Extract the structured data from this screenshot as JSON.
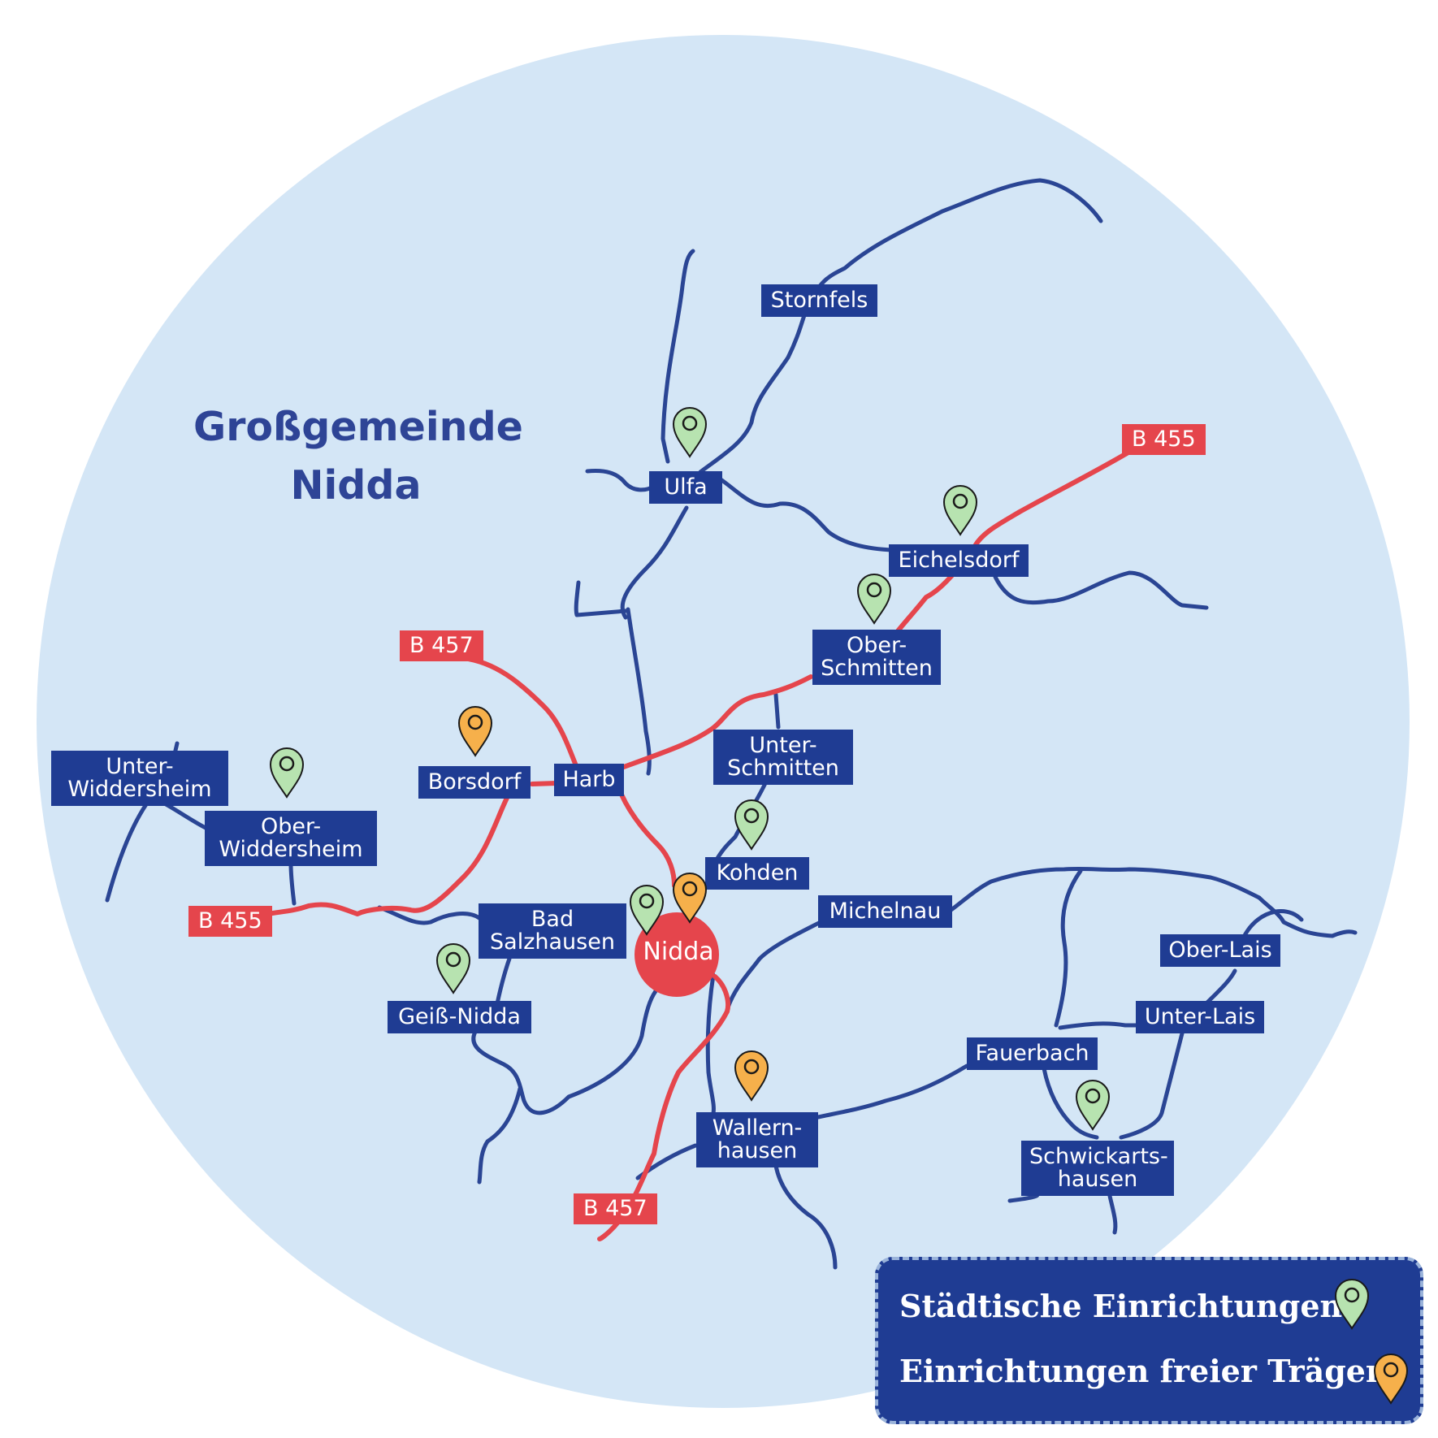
{
  "title": {
    "line1": "Großgemeinde",
    "line2": "Nidda"
  },
  "colors": {
    "circle": "#d4e6f6",
    "road_blue": "#2a4594",
    "road_red": "#e5454c",
    "label_bg": "#1f3c93",
    "pin_green": "#b7e3b0",
    "pin_orange": "#f6b04b"
  },
  "places": {
    "stornfels": "Stornfels",
    "ulfa": "Ulfa",
    "eichelsdorf": "Eichelsdorf",
    "ober_schmitten": [
      "Ober-",
      "Schmitten"
    ],
    "unter_schmitten": [
      "Unter-",
      "Schmitten"
    ],
    "harb": "Harb",
    "borsdorf": "Borsdorf",
    "unter_widdersheim": [
      "Unter-",
      "Widdersheim"
    ],
    "ober_widdersheim": [
      "Ober-",
      "Widdersheim"
    ],
    "kohden": "Kohden",
    "michelnau": "Michelnau",
    "bad_salzhausen": [
      "Bad",
      "Salzhausen"
    ],
    "geiss_nidda": "Geiß-Nidda",
    "nidda": "Nidda",
    "ober_lais": "Ober-Lais",
    "unter_lais": "Unter-Lais",
    "fauerbach": "Fauerbach",
    "wallernhausen": [
      "Wallern-",
      "hausen"
    ],
    "schwickartshausen": [
      "Schwickarts-",
      "hausen"
    ]
  },
  "roads": {
    "b455_ne": "B 455",
    "b457_nw": "B 457",
    "b455_w": "B 455",
    "b457_s": "B 457"
  },
  "markers": {
    "green": [
      "Ulfa",
      "Eichelsdorf",
      "Ober-Schmitten",
      "Ober-Widdersheim",
      "Kohden",
      "Nidda",
      "Geiß-Nidda",
      "Schwickartshausen"
    ],
    "orange": [
      "Borsdorf",
      "Nidda",
      "Wallernhausen"
    ]
  },
  "legend": {
    "municipal": "Städtische Einrichtungen",
    "independent": "Einrichtungen freier Träger"
  }
}
